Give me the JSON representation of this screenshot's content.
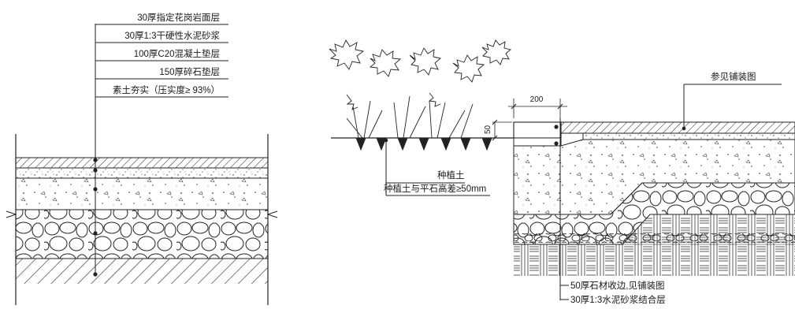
{
  "left_section": {
    "layers": [
      "30厚指定花岗岩面层",
      "30厚1:3干硬性水泥砂浆",
      "100厚C20混凝土垫层",
      "150厚碎石垫层",
      "素土夯实（压实度≥ 93%）"
    ]
  },
  "right_section": {
    "ref_note": "参见铺装图",
    "dim_width": "200",
    "dim_height": "50",
    "soil_label": "种植土",
    "soil_diff": "种植土与平石高差≥50mm",
    "bottom_notes": [
      "50厚石材收边,见铺装图",
      "30厚1:3水泥砂浆结合层"
    ]
  }
}
